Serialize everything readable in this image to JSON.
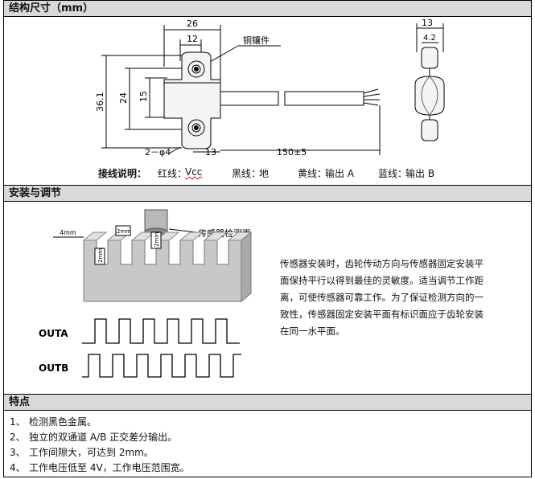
{
  "sections": {
    "structure": "结构尺寸（mm）",
    "install": "安装与调节",
    "features": "特点"
  },
  "dimensions": {
    "width_26": "26",
    "width_12": "12",
    "height_36_1": "36.1",
    "height_24": "24",
    "height_15": "15",
    "hole": "2－φ4",
    "offset_13": "13",
    "cable_length": "150±5",
    "side_13": "13",
    "side_4_2": "4.2",
    "copper_insert": "铜镶件"
  },
  "wiring": {
    "label": "接线说明：",
    "red": "红线：",
    "red_value": "Vcc",
    "black": "黑线：",
    "black_value": "地",
    "yellow": "黄线：",
    "yellow_value": "输出 A",
    "blue": "蓝线：",
    "blue_value": "输出 B"
  },
  "install_diagram": {
    "dim_4mm": "4mm",
    "dim_2mm_top": "2mm",
    "dim_2mm_side": "2mm",
    "dim_2mm_gap": "2mm",
    "sensor_face": "传感器检测面",
    "outa": "OUTA",
    "outb": "OUTB"
  },
  "description": "传感器安装时，齿轮传动方向与传感器固定安装平面保持平行以得到最佳的灵敏度。适当调节工作距离，可使传感器可靠工作。为了保证检测方向的一致性，传感器固定安装平面有标识面应于齿轮安装在同一水平面。",
  "features": [
    {
      "num": "1、",
      "text": "检测黑色金属。"
    },
    {
      "num": "2、",
      "text": "独立的双通道 A/B 正交差分输出。"
    },
    {
      "num": "3、",
      "text": "工作间隙大，可达到 2mm。"
    },
    {
      "num": "4、",
      "text": "工作电压低至 4V，工作电压范围宽。"
    }
  ],
  "colors": {
    "header_bg": "#d9d9d9",
    "line": "#000000",
    "gear_face": "#c8c8c8",
    "gear_side": "#a9a9a9"
  }
}
